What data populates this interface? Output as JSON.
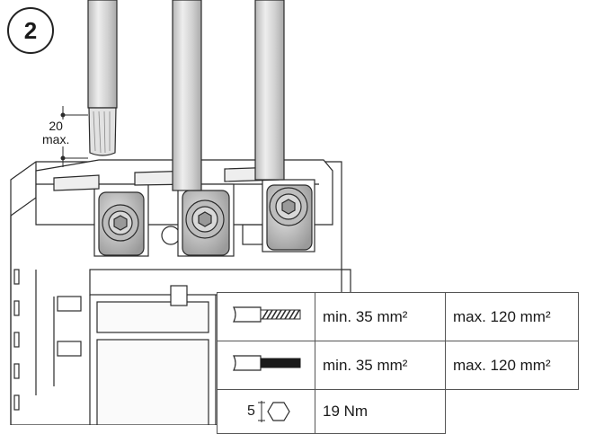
{
  "step": {
    "number": "2"
  },
  "strip_length": {
    "value": "20",
    "unit": "max."
  },
  "specs": [
    {
      "icon": "stranded-cable-icon",
      "min": "min. 35 mm²",
      "max": "max. 120 mm²"
    },
    {
      "icon": "solid-cable-icon",
      "min": "min. 35 mm²",
      "max": "max. 120 mm²"
    }
  ],
  "torque": {
    "icon": "hex-key-icon",
    "key_size": "5",
    "value": "19 Nm"
  },
  "colors": {
    "line": "#2b2b2b",
    "body": "#ffffff",
    "terminal": "#c8c8c8",
    "cable": "#d2d2d2"
  }
}
